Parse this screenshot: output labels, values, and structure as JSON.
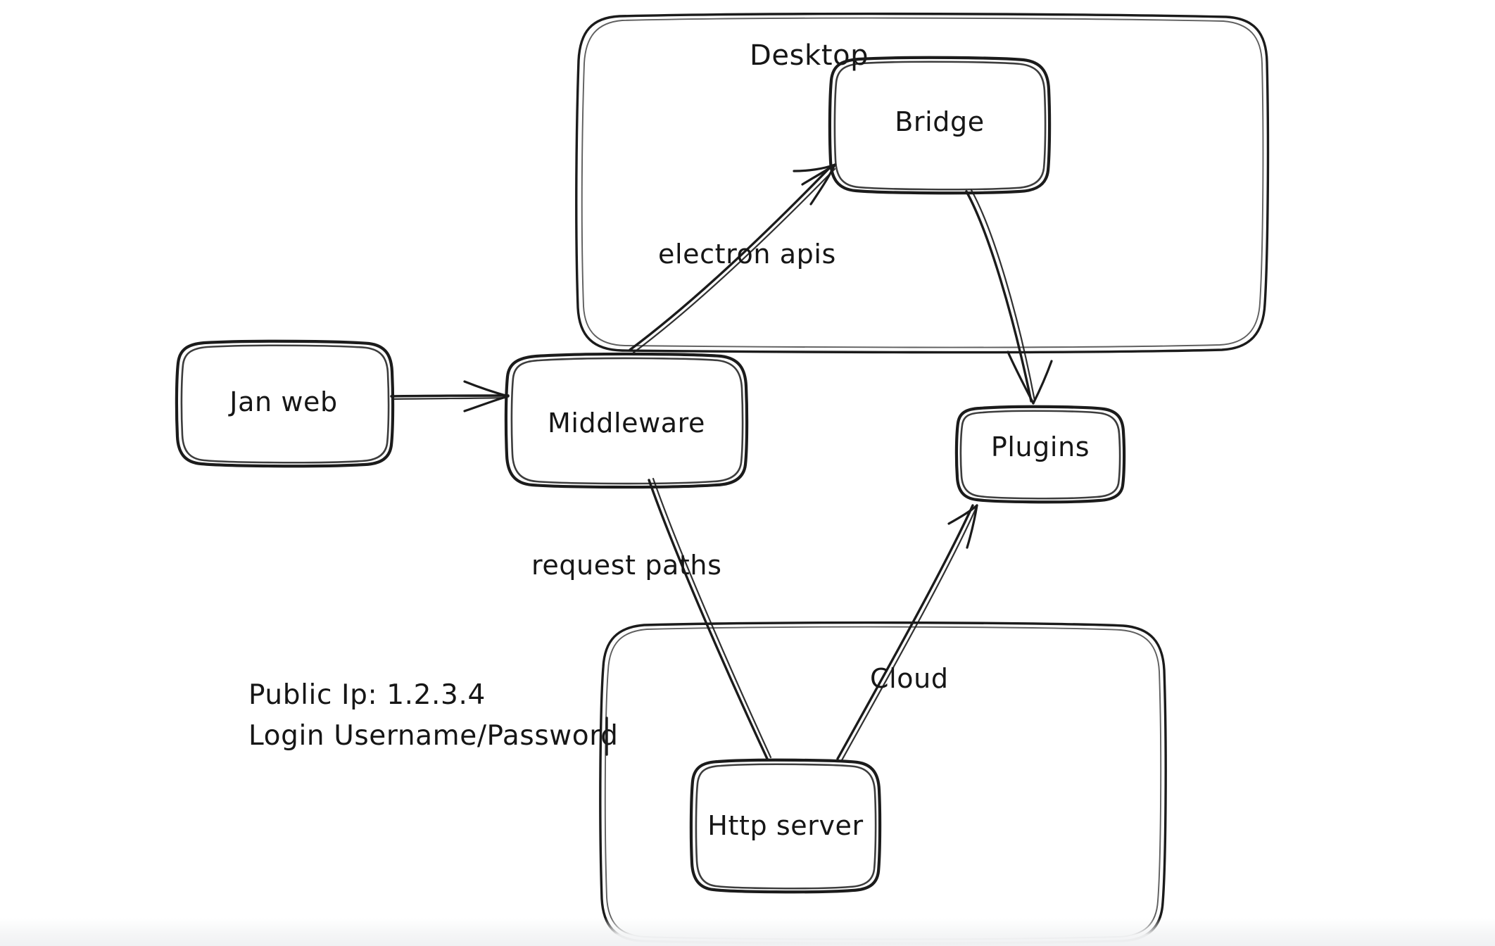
{
  "diagram": {
    "title": "Jan architecture sketch",
    "style": "hand-drawn whiteboard sketch",
    "background_color": "#ffffff",
    "stroke_color": "#1b1b1b",
    "text_color": "#161616",
    "groups": [
      {
        "id": "desktop",
        "label": "Desktop"
      },
      {
        "id": "cloud",
        "label": ""
      }
    ],
    "nodes": [
      {
        "id": "jan-web",
        "label": "Jan web"
      },
      {
        "id": "middleware",
        "label": "Middleware"
      },
      {
        "id": "bridge",
        "label": "Bridge"
      },
      {
        "id": "plugins",
        "label": "Plugins"
      },
      {
        "id": "http-server",
        "label": "Http server"
      }
    ],
    "edges": [
      {
        "id": "janweb-to-middleware",
        "from": "Jan web",
        "to": "Middleware",
        "label": ""
      },
      {
        "id": "middleware-to-bridge",
        "from": "Middleware",
        "to": "Bridge",
        "label": "electron apis"
      },
      {
        "id": "bridge-to-plugins",
        "from": "Bridge",
        "to": "Plugins",
        "label": ""
      },
      {
        "id": "middleware-to-httpserver",
        "from": "Middleware",
        "to": "Http server",
        "label": "request paths"
      },
      {
        "id": "httpserver-to-plugins",
        "from": "Http server",
        "to": "Plugins",
        "label": "Cloud"
      }
    ],
    "notes": {
      "public_ip_line": "Public Ip: 1.2.3.4",
      "login_line": "Login Username/Password"
    }
  }
}
